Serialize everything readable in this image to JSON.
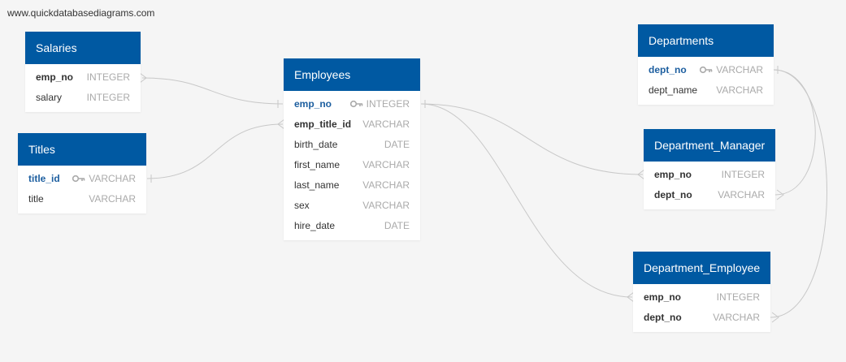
{
  "watermark": "www.quickdatabasediagrams.com",
  "tables": {
    "salaries": {
      "title": "Salaries",
      "rows": [
        {
          "name": "emp_no",
          "type": "INTEGER"
        },
        {
          "name": "salary",
          "type": "INTEGER"
        }
      ]
    },
    "titles": {
      "title": "Titles",
      "rows": [
        {
          "name": "title_id",
          "type": "VARCHAR",
          "key": "primary-key"
        },
        {
          "name": "title",
          "type": "VARCHAR"
        }
      ]
    },
    "employees": {
      "title": "Employees",
      "rows": [
        {
          "name": "emp_no",
          "type": "INTEGER",
          "key": "primary-key"
        },
        {
          "name": "emp_title_id",
          "type": "VARCHAR"
        },
        {
          "name": "birth_date",
          "type": "DATE"
        },
        {
          "name": "first_name",
          "type": "VARCHAR"
        },
        {
          "name": "last_name",
          "type": "VARCHAR"
        },
        {
          "name": "sex",
          "type": "VARCHAR"
        },
        {
          "name": "hire_date",
          "type": "DATE"
        }
      ]
    },
    "departments": {
      "title": "Departments",
      "rows": [
        {
          "name": "dept_no",
          "type": "VARCHAR",
          "key": "primary-key"
        },
        {
          "name": "dept_name",
          "type": "VARCHAR"
        }
      ]
    },
    "department_manager": {
      "title": "Department_Manager",
      "rows": [
        {
          "name": "emp_no",
          "type": "INTEGER"
        },
        {
          "name": "dept_no",
          "type": "VARCHAR"
        }
      ]
    },
    "department_employee": {
      "title": "Department_Employee",
      "rows": [
        {
          "name": "emp_no",
          "type": "INTEGER"
        },
        {
          "name": "dept_no",
          "type": "VARCHAR"
        }
      ]
    }
  },
  "colors": {
    "header": "#0059a2",
    "primary_key_text": "#1c5e9f",
    "type_text": "#aaaaaa",
    "link": "#c8c8c8",
    "canvas": "#f5f5f5"
  }
}
